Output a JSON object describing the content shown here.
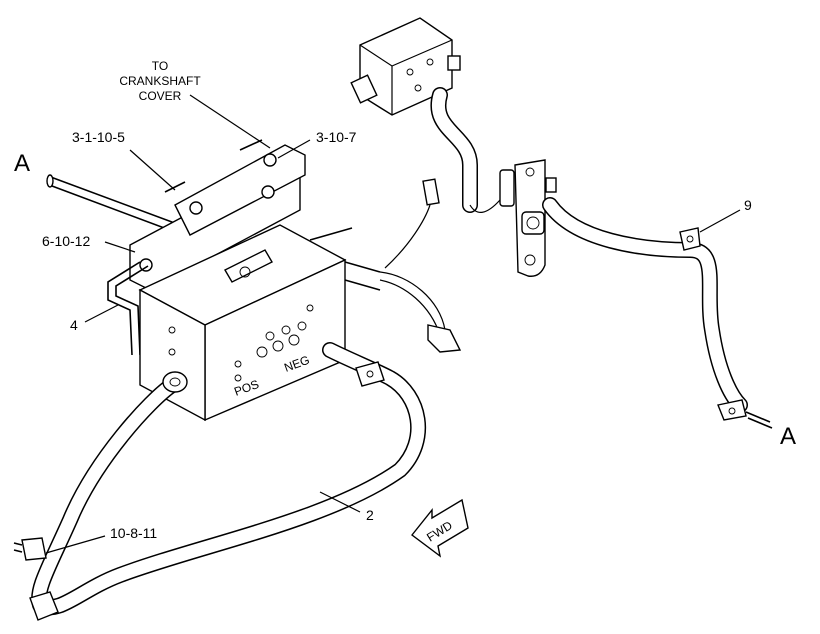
{
  "labels": {
    "to_crankshaft": "TO",
    "crankshaft": "CRANKSHAFT",
    "cover": "COVER",
    "ref_3_1_10_5": "3-1-10-5",
    "ref_3_10_7": "3-10-7",
    "ref_6_10_12": "6-10-12",
    "item_4": "4",
    "item_2": "2",
    "item_9": "9",
    "ref_10_8_11": "10-8-11",
    "conn_a_left": "A",
    "conn_a_right": "A",
    "fwd": "FWD",
    "pos": "POS",
    "neg": "NEG"
  }
}
